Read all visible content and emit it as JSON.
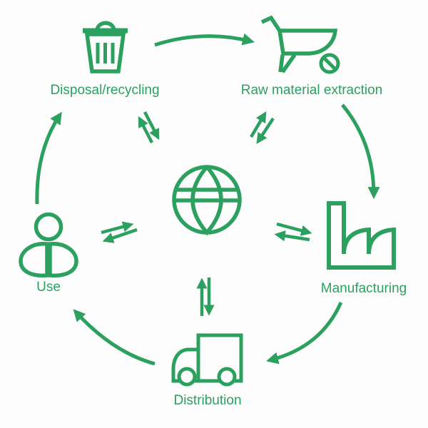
{
  "canvas": {
    "background_color": "#fcfdfc",
    "accent_green": "#2ca05f"
  },
  "diagram": {
    "type": "circular-lifecycle",
    "center_node": {
      "id": "globe",
      "icon": "globe-icon"
    },
    "nodes": [
      {
        "id": "disposal",
        "label": "Disposal/recycling",
        "icon": "trash-icon",
        "position": "top-left"
      },
      {
        "id": "raw_material_extraction",
        "label": "Raw material extraction",
        "icon": "wheelbarrow-icon",
        "position": "top-right"
      },
      {
        "id": "manufacturing",
        "label": "Manufacturing",
        "icon": "factory-icon",
        "position": "right"
      },
      {
        "id": "distribution",
        "label": "Distribution",
        "icon": "truck-icon",
        "position": "bottom"
      },
      {
        "id": "use",
        "label": "Use",
        "icon": "person-icon",
        "position": "left"
      }
    ],
    "cycle_arrows": [
      {
        "from": "Disposal/recycling",
        "to": "Raw material extraction"
      },
      {
        "from": "Raw material extraction",
        "to": "Manufacturing"
      },
      {
        "from": "Manufacturing",
        "to": "Distribution"
      },
      {
        "from": "Distribution",
        "to": "Use"
      },
      {
        "from": "Use",
        "to": "Disposal/recycling"
      }
    ],
    "exchange_arrows": [
      {
        "between": [
          "globe",
          "Disposal/recycling"
        ],
        "style": "double-headed-pair"
      },
      {
        "between": [
          "globe",
          "Raw material extraction"
        ],
        "style": "double-headed-pair"
      },
      {
        "between": [
          "globe",
          "Manufacturing"
        ],
        "style": "double-headed-pair"
      },
      {
        "between": [
          "globe",
          "Distribution"
        ],
        "style": "double-headed-pair"
      },
      {
        "between": [
          "globe",
          "Use"
        ],
        "style": "double-headed-pair"
      }
    ]
  }
}
